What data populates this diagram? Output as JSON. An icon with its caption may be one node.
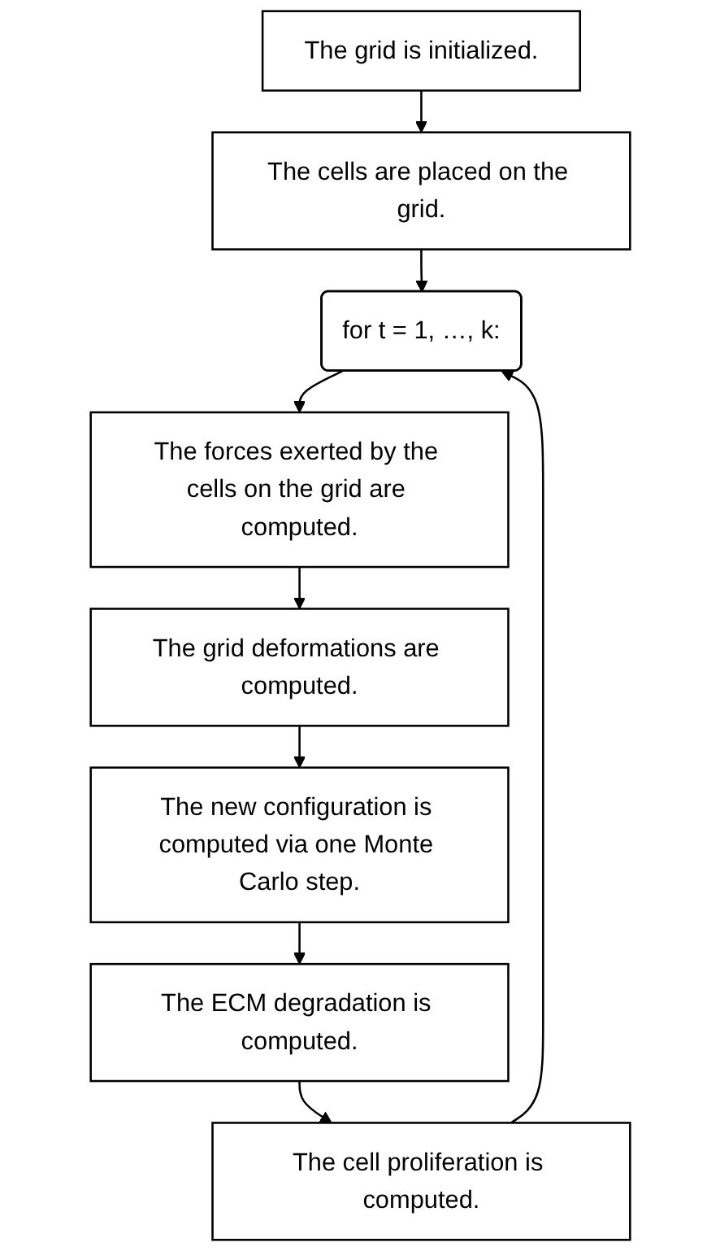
{
  "diagram": {
    "nodes": [
      {
        "text": [
          "The grid is initialized."
        ]
      },
      {
        "text": [
          "The cells are placed on the grid."
        ]
      },
      {
        "text": [
          "for t = 1, …, k:"
        ]
      },
      {
        "text": [
          "The forces exerted by the cells on the grid are computed."
        ]
      },
      {
        "text": [
          "The grid deformations are computed."
        ]
      },
      {
        "text": [
          "The new configuration is computed via one Monte Carlo step."
        ]
      },
      {
        "text": [
          "The ECM degradation is computed."
        ]
      },
      {
        "text": [
          "The cell proliferation is computed."
        ]
      }
    ],
    "edges": [
      {
        "from": 0,
        "to": 1,
        "arrow": "to"
      },
      {
        "from": 1,
        "to": 2,
        "arrow": "to"
      },
      {
        "from": 2,
        "to": 3,
        "arrow": "to"
      },
      {
        "from": 3,
        "to": 4,
        "arrow": "to"
      },
      {
        "from": 4,
        "to": 5,
        "arrow": "to"
      },
      {
        "from": 5,
        "to": 6,
        "arrow": "to"
      },
      {
        "from": 6,
        "to": 7,
        "arrow": "to"
      },
      {
        "from": 7,
        "to": 2,
        "arrow": "to"
      }
    ]
  }
}
